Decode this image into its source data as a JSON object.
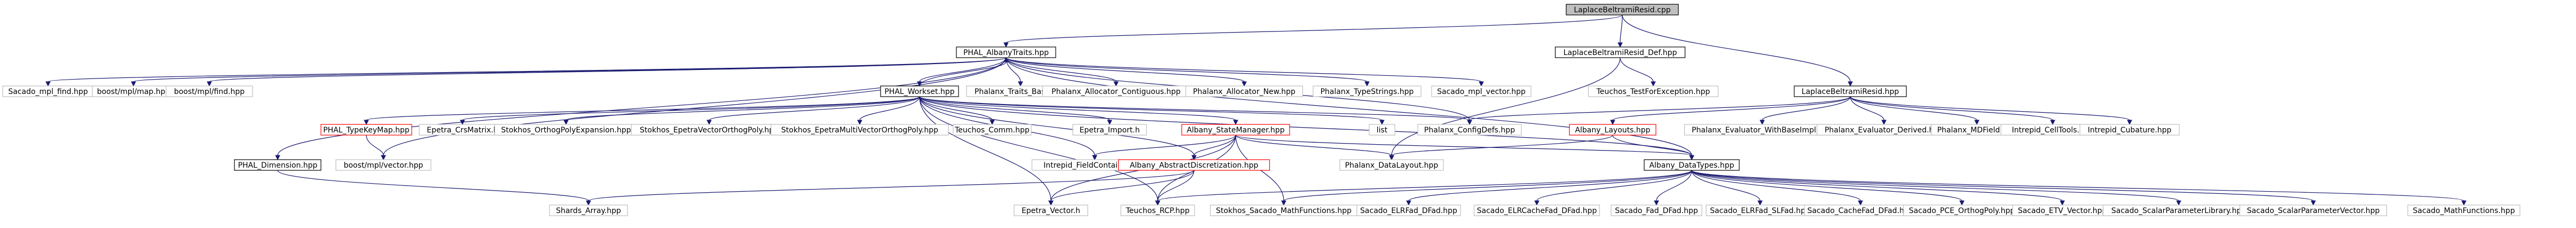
{
  "graph": {
    "title": "LaplaceBeltramiResid.cpp",
    "edge_color": "#191970",
    "nodes": [
      {
        "id": "n0",
        "label": "LaplaceBeltramiResid.cpp",
        "style": "root"
      },
      {
        "id": "n1",
        "label": "PHAL_AlbanyTraits.hpp",
        "style": "dark"
      },
      {
        "id": "n2",
        "label": "Sacado_mpl_find.hpp",
        "style": "plain"
      },
      {
        "id": "n3",
        "label": "boost/mpl/map.hpp",
        "style": "plain"
      },
      {
        "id": "n4",
        "label": "boost/mpl/find.hpp",
        "style": "plain"
      },
      {
        "id": "n5",
        "label": "PHAL_Workset.hpp",
        "style": "dark"
      },
      {
        "id": "n6",
        "label": "Phalanx_Traits_Base.hpp",
        "style": "plain"
      },
      {
        "id": "n7",
        "label": "Phalanx_Allocator_Contiguous.hpp",
        "style": "plain"
      },
      {
        "id": "n8",
        "label": "Phalanx_Allocator_New.hpp",
        "style": "plain"
      },
      {
        "id": "n9",
        "label": "Phalanx_TypeStrings.hpp",
        "style": "plain"
      },
      {
        "id": "n10",
        "label": "Sacado_mpl_vector.hpp",
        "style": "plain"
      },
      {
        "id": "n11",
        "label": "LaplaceBeltramiResid_Def.hpp",
        "style": "dark"
      },
      {
        "id": "n12",
        "label": "Teuchos_TestForException.hpp",
        "style": "plain"
      },
      {
        "id": "n13",
        "label": "LaplaceBeltramiResid.hpp",
        "style": "dark"
      },
      {
        "id": "n14",
        "label": "PHAL_TypeKeyMap.hpp",
        "style": "red"
      },
      {
        "id": "n15",
        "label": "Epetra_CrsMatrix.h",
        "style": "plain"
      },
      {
        "id": "n16",
        "label": "Stokhos_OrthogPolyExpansion.hpp",
        "style": "plain"
      },
      {
        "id": "n17",
        "label": "Stokhos_EpetraVectorOrthogPoly.hpp",
        "style": "plain"
      },
      {
        "id": "n18",
        "label": "Stokhos_EpetraMultiVectorOrthogPoly.hpp",
        "style": "plain"
      },
      {
        "id": "n19",
        "label": "Teuchos_Comm.hpp",
        "style": "plain"
      },
      {
        "id": "n20",
        "label": "Epetra_Import.h",
        "style": "plain"
      },
      {
        "id": "n21",
        "label": "Albany_StateManager.hpp",
        "style": "red"
      },
      {
        "id": "n22",
        "label": "list",
        "style": "plain"
      },
      {
        "id": "n23",
        "label": "Phalanx_ConfigDefs.hpp",
        "style": "plain"
      },
      {
        "id": "n24",
        "label": "Albany_Layouts.hpp",
        "style": "red"
      },
      {
        "id": "n25",
        "label": "Phalanx_Evaluator_WithBaseImpl.hpp",
        "style": "plain"
      },
      {
        "id": "n26",
        "label": "Phalanx_Evaluator_Derived.hpp",
        "style": "plain"
      },
      {
        "id": "n27",
        "label": "Phalanx_MDField.hpp",
        "style": "plain"
      },
      {
        "id": "n28",
        "label": "Intrepid_CellTools.hpp",
        "style": "plain"
      },
      {
        "id": "n29",
        "label": "Intrepid_Cubature.hpp",
        "style": "plain"
      },
      {
        "id": "n30",
        "label": "boost/mpl/vector.hpp",
        "style": "plain"
      },
      {
        "id": "n31",
        "label": "PHAL_Dimension.hpp",
        "style": "dark"
      },
      {
        "id": "n32",
        "label": "Intrepid_FieldContainer.hpp",
        "style": "plain"
      },
      {
        "id": "n33",
        "label": "Albany_AbstractDiscretization.hpp",
        "style": "red"
      },
      {
        "id": "n34",
        "label": "Phalanx_DataLayout.hpp",
        "style": "plain"
      },
      {
        "id": "n35",
        "label": "Albany_DataTypes.hpp",
        "style": "dark"
      },
      {
        "id": "n36",
        "label": "Shards_Array.hpp",
        "style": "plain"
      },
      {
        "id": "n37",
        "label": "Epetra_Vector.h",
        "style": "plain"
      },
      {
        "id": "n38",
        "label": "Teuchos_RCP.hpp",
        "style": "plain"
      },
      {
        "id": "n39",
        "label": "Stokhos_Sacado_MathFunctions.hpp",
        "style": "plain"
      },
      {
        "id": "n40",
        "label": "Sacado_ELRFad_DFad.hpp",
        "style": "plain"
      },
      {
        "id": "n41",
        "label": "Sacado_ELRCacheFad_DFad.hpp",
        "style": "plain"
      },
      {
        "id": "n42",
        "label": "Sacado_Fad_DFad.hpp",
        "style": "plain"
      },
      {
        "id": "n43",
        "label": "Sacado_ELRFad_SLFad.hpp",
        "style": "plain"
      },
      {
        "id": "n44",
        "label": "Sacado_CacheFad_DFad.hpp",
        "style": "plain"
      },
      {
        "id": "n45",
        "label": "Sacado_PCE_OrthogPoly.hpp",
        "style": "plain"
      },
      {
        "id": "n46",
        "label": "Sacado_ETV_Vector.hpp",
        "style": "plain"
      },
      {
        "id": "n47",
        "label": "Sacado_ScalarParameterLibrary.hpp",
        "style": "plain"
      },
      {
        "id": "n48",
        "label": "Sacado_ScalarParameterVector.hpp",
        "style": "plain"
      },
      {
        "id": "n49",
        "label": "Sacado_MathFunctions.hpp",
        "style": "plain"
      }
    ],
    "edges": [
      [
        "n0",
        "n1"
      ],
      [
        "n0",
        "n11"
      ],
      [
        "n0",
        "n13"
      ],
      [
        "n1",
        "n2"
      ],
      [
        "n1",
        "n3"
      ],
      [
        "n1",
        "n4"
      ],
      [
        "n1",
        "n5"
      ],
      [
        "n1",
        "n6"
      ],
      [
        "n1",
        "n7"
      ],
      [
        "n1",
        "n8"
      ],
      [
        "n1",
        "n9"
      ],
      [
        "n1",
        "n10"
      ],
      [
        "n1",
        "n23"
      ],
      [
        "n1",
        "n30"
      ],
      [
        "n1",
        "n31"
      ],
      [
        "n1",
        "n35"
      ],
      [
        "n11",
        "n12"
      ],
      [
        "n11",
        "n34"
      ],
      [
        "n13",
        "n23"
      ],
      [
        "n13",
        "n24"
      ],
      [
        "n13",
        "n25"
      ],
      [
        "n13",
        "n26"
      ],
      [
        "n13",
        "n27"
      ],
      [
        "n13",
        "n28"
      ],
      [
        "n13",
        "n29"
      ],
      [
        "n5",
        "n1"
      ],
      [
        "n5",
        "n14"
      ],
      [
        "n5",
        "n15"
      ],
      [
        "n5",
        "n16"
      ],
      [
        "n5",
        "n17"
      ],
      [
        "n5",
        "n18"
      ],
      [
        "n5",
        "n19"
      ],
      [
        "n5",
        "n20"
      ],
      [
        "n5",
        "n21"
      ],
      [
        "n5",
        "n22"
      ],
      [
        "n5",
        "n23"
      ],
      [
        "n5",
        "n32"
      ],
      [
        "n5",
        "n33"
      ],
      [
        "n5",
        "n35"
      ],
      [
        "n5",
        "n37"
      ],
      [
        "n5",
        "n38"
      ],
      [
        "n14",
        "n30"
      ],
      [
        "n21",
        "n32"
      ],
      [
        "n21",
        "n33"
      ],
      [
        "n21",
        "n34"
      ],
      [
        "n21",
        "n35"
      ],
      [
        "n21",
        "n37"
      ],
      [
        "n21",
        "n38"
      ],
      [
        "n21",
        "n39"
      ],
      [
        "n24",
        "n34"
      ],
      [
        "n24",
        "n35"
      ],
      [
        "n31",
        "n36"
      ],
      [
        "n33",
        "n36"
      ],
      [
        "n33",
        "n37"
      ],
      [
        "n33",
        "n38"
      ],
      [
        "n35",
        "n38"
      ],
      [
        "n35",
        "n39"
      ],
      [
        "n35",
        "n40"
      ],
      [
        "n35",
        "n41"
      ],
      [
        "n35",
        "n42"
      ],
      [
        "n35",
        "n43"
      ],
      [
        "n35",
        "n44"
      ],
      [
        "n35",
        "n45"
      ],
      [
        "n35",
        "n46"
      ],
      [
        "n35",
        "n47"
      ],
      [
        "n35",
        "n48"
      ],
      [
        "n35",
        "n49"
      ]
    ]
  }
}
